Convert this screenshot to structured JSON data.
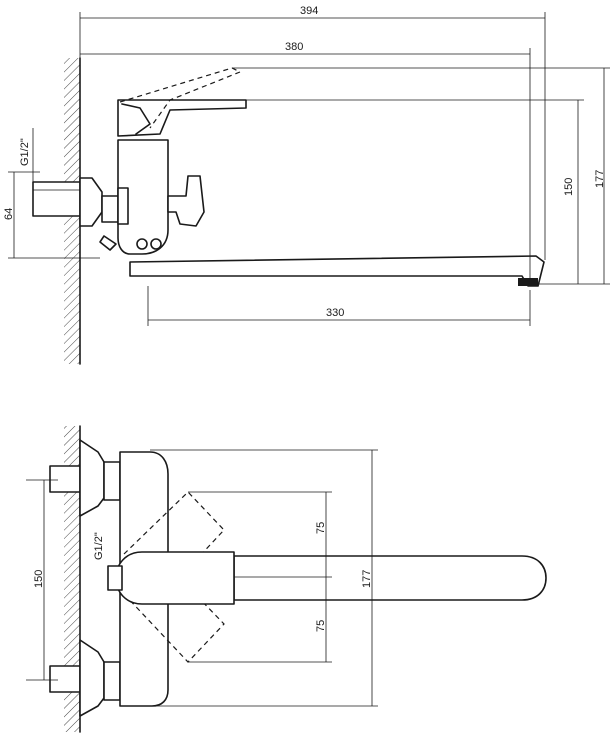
{
  "side_view": {
    "dimensions": {
      "overall_length": "394",
      "spout_reach": "380",
      "spout_projection": "330",
      "height_spout": "150",
      "height_total": "177",
      "inlet_offset": "64",
      "thread": "G1/2\""
    }
  },
  "top_view": {
    "dimensions": {
      "inlet_spacing": "150",
      "swing_upper": "75",
      "swing_lower": "75",
      "width_total": "177",
      "thread": "G1/2\""
    }
  }
}
